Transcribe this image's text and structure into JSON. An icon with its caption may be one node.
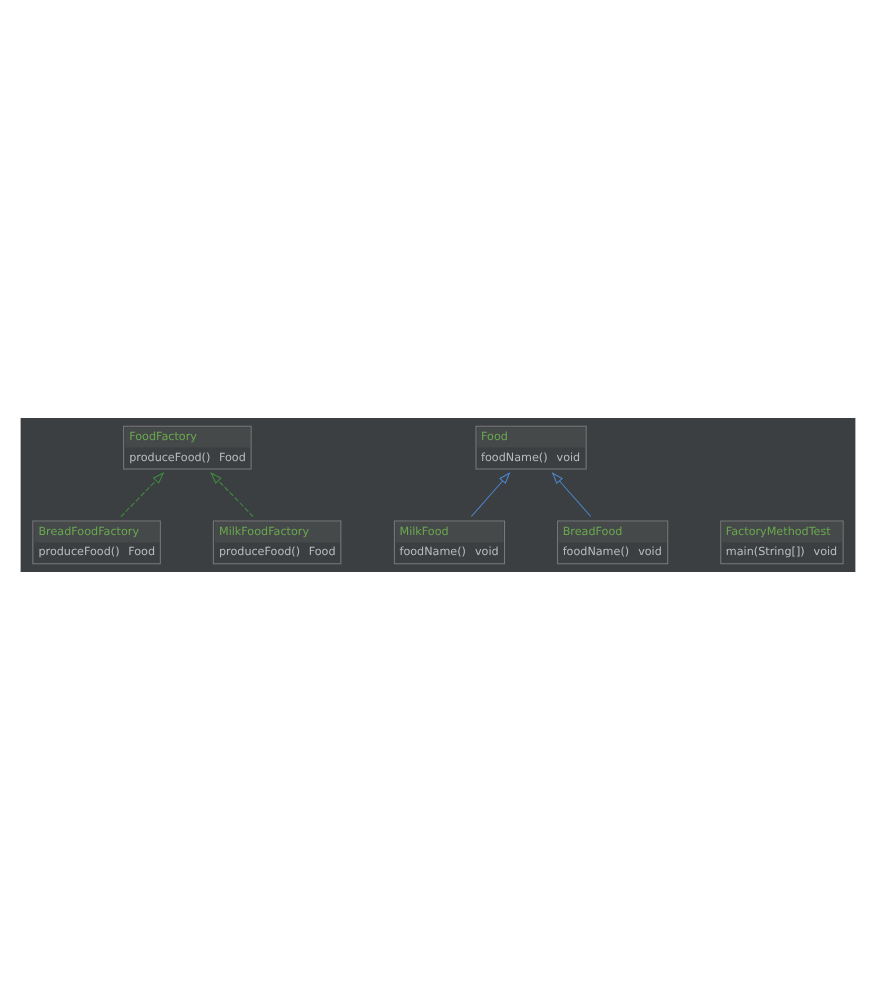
{
  "diagram": {
    "nodes": [
      {
        "text": [
          "FoodFactory",
          "produceFood()",
          "Food"
        ]
      },
      {
        "text": [
          "BreadFoodFactory",
          "produceFood()",
          "Food"
        ]
      },
      {
        "text": [
          "MilkFoodFactory",
          "produceFood()",
          "Food"
        ]
      },
      {
        "text": [
          "Food",
          "foodName()",
          "void"
        ]
      },
      {
        "text": [
          "MilkFood",
          "foodName()",
          "void"
        ]
      },
      {
        "text": [
          "BreadFood",
          "foodName()",
          "void"
        ]
      },
      {
        "text": [
          "FactoryMethodTest",
          "main(String[])",
          "void"
        ]
      }
    ],
    "edges": [
      {
        "from": 1,
        "to": 0,
        "arrow": "to",
        "style": "dashed",
        "color": "#3f8f3f"
      },
      {
        "from": 2,
        "to": 0,
        "arrow": "to",
        "style": "dashed",
        "color": "#3f8f3f"
      },
      {
        "from": 4,
        "to": 3,
        "arrow": "to",
        "color": "#4a88d0"
      },
      {
        "from": 5,
        "to": 3,
        "arrow": "to",
        "color": "#4a88d0"
      }
    ]
  }
}
